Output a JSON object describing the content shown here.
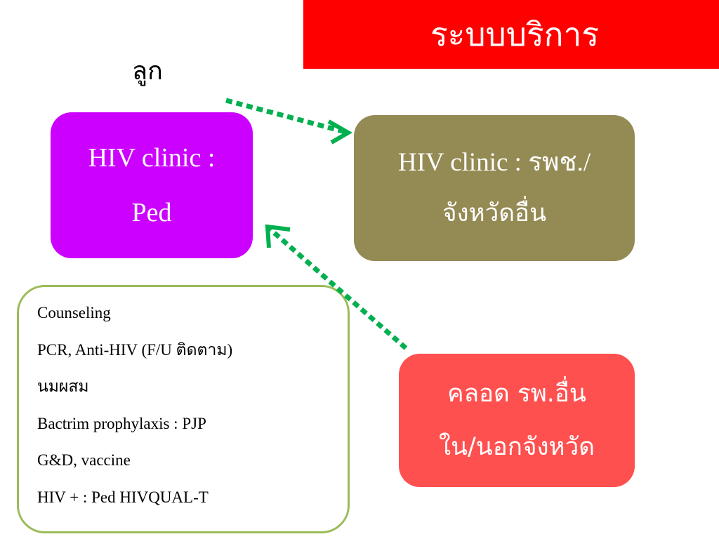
{
  "header": {
    "title": "ระบบบริการ"
  },
  "child_label": "ลูก",
  "boxes": {
    "ped_clinic": {
      "line1": "HIV clinic :",
      "line2": "Ped"
    },
    "other_clinic": {
      "line1": "HIV clinic : รพช./",
      "line2": "จังหวัดอื่น"
    },
    "birth": {
      "line1": "คลอด รพ.อื่น",
      "line2": "ใน/นอกจังหวัด"
    }
  },
  "services": [
    "Counseling",
    "PCR, Anti-HIV (F/U ติดตาม)",
    "นมผสม",
    "Bactrim prophylaxis : PJP",
    "G&D, vaccine",
    "HIV + : Ped HIVQUAL-T"
  ],
  "colors": {
    "title_bg": "#ff0000",
    "ped_box": "#cc00ff",
    "other_box": "#948a54",
    "birth_box": "#ff5050",
    "list_border": "#9bbb59",
    "arrow": "#00b050"
  }
}
